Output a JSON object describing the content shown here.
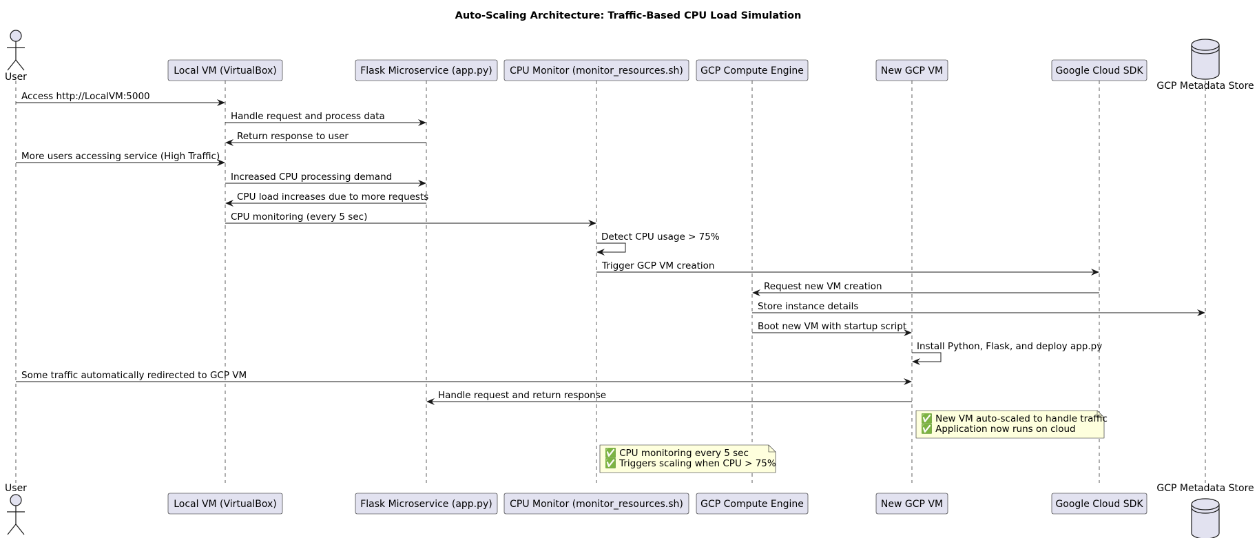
{
  "title": "Auto-Scaling Architecture: Traffic-Based CPU Load Simulation",
  "colors": {
    "participant_fill": "#e2e2f0",
    "participant_stroke": "#181818",
    "note_fill": "#feffdd",
    "line": "#181818",
    "lifeline": "#181818"
  },
  "participants": [
    {
      "id": "user",
      "label": "User",
      "shape": "actor"
    },
    {
      "id": "localvm",
      "label": "Local VM (VirtualBox)",
      "shape": "box"
    },
    {
      "id": "flask",
      "label": "Flask Microservice (app.py)",
      "shape": "box"
    },
    {
      "id": "monitor",
      "label": "CPU Monitor (monitor_resources.sh)",
      "shape": "box"
    },
    {
      "id": "gce",
      "label": "GCP Compute Engine",
      "shape": "box"
    },
    {
      "id": "newvm",
      "label": "New GCP VM",
      "shape": "box"
    },
    {
      "id": "sdk",
      "label": "Google Cloud SDK",
      "shape": "box"
    },
    {
      "id": "meta",
      "label": "GCP Metadata Store",
      "shape": "database"
    }
  ],
  "messages": [
    {
      "from": "user",
      "to": "localvm",
      "label": "Access http://LocalVM:5000"
    },
    {
      "from": "localvm",
      "to": "flask",
      "label": "Handle request and process data"
    },
    {
      "from": "flask",
      "to": "localvm",
      "label": "Return response to user"
    },
    {
      "from": "user",
      "to": "localvm",
      "label": "More users accessing service (High Traffic)"
    },
    {
      "from": "localvm",
      "to": "flask",
      "label": "Increased CPU processing demand"
    },
    {
      "from": "flask",
      "to": "localvm",
      "label": "CPU load increases due to more requests"
    },
    {
      "from": "localvm",
      "to": "monitor",
      "label": "CPU monitoring (every 5 sec)"
    },
    {
      "from": "monitor",
      "to": "monitor",
      "label": "Detect CPU usage > 75%"
    },
    {
      "from": "monitor",
      "to": "sdk",
      "label": "Trigger GCP VM creation"
    },
    {
      "from": "sdk",
      "to": "gce",
      "label": "Request new VM creation"
    },
    {
      "from": "gce",
      "to": "meta",
      "label": "Store instance details"
    },
    {
      "from": "gce",
      "to": "newvm",
      "label": "Boot new VM with startup script"
    },
    {
      "from": "newvm",
      "to": "newvm",
      "label": "Install Python, Flask, and deploy app.py"
    },
    {
      "from": "user",
      "to": "newvm",
      "label": "Some traffic automatically redirected to GCP VM"
    },
    {
      "from": "newvm",
      "to": "flask",
      "label": "Handle request and return response"
    }
  ],
  "notes": [
    {
      "over": "newvm",
      "lines": [
        "✅ New VM auto-scaled to handle traffic",
        "✅ Application now runs on cloud"
      ]
    },
    {
      "over": "monitor",
      "lines": [
        "✅ CPU monitoring every  5 sec",
        "✅ Triggers scaling when CPU > 75%"
      ]
    }
  ]
}
